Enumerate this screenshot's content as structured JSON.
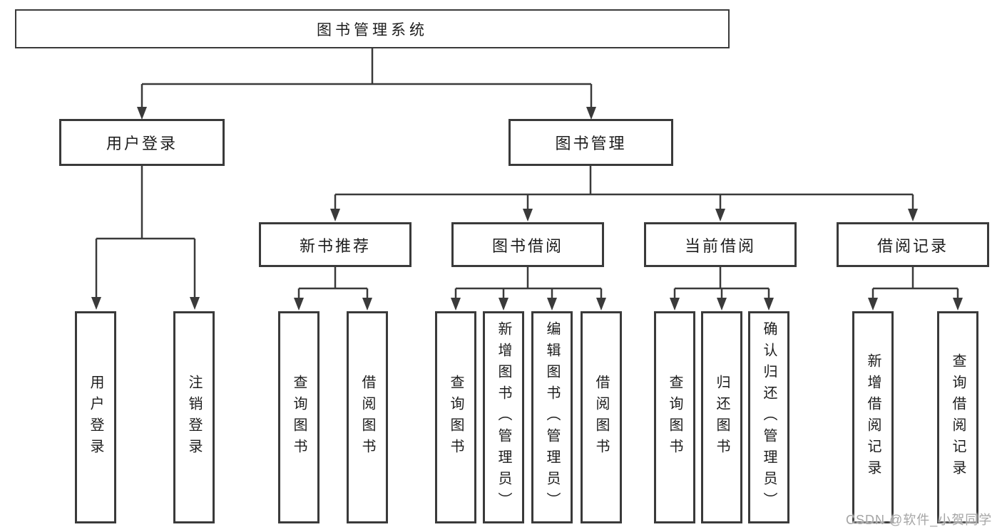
{
  "tree": {
    "label": "图书管理系统",
    "children": [
      {
        "label": "用户登录",
        "children": [
          {
            "label": "用户登录"
          },
          {
            "label": "注销登录"
          }
        ]
      },
      {
        "label": "图书管理",
        "children": [
          {
            "label": "新书推荐",
            "children": [
              {
                "label": "查询图书"
              },
              {
                "label": "借阅图书"
              }
            ]
          },
          {
            "label": "图书借阅",
            "children": [
              {
                "label": "查询图书"
              },
              {
                "label": "新增图书（管理员）"
              },
              {
                "label": "编辑图书（管理员）"
              },
              {
                "label": "借阅图书"
              }
            ]
          },
          {
            "label": "当前借阅",
            "children": [
              {
                "label": "查询图书"
              },
              {
                "label": "归还图书"
              },
              {
                "label": "确认归还（管理员）"
              }
            ]
          },
          {
            "label": "借阅记录",
            "children": [
              {
                "label": "新增借阅记录"
              },
              {
                "label": "查询借阅记录"
              }
            ]
          }
        ]
      }
    ]
  },
  "watermark": {
    "text": "CSDN @软件_小贺同学"
  },
  "colors": {
    "line": "#3a3a3a",
    "text": "#1d1d1d",
    "background": "#ffffff",
    "watermark_gray": "#a5a5a5"
  }
}
